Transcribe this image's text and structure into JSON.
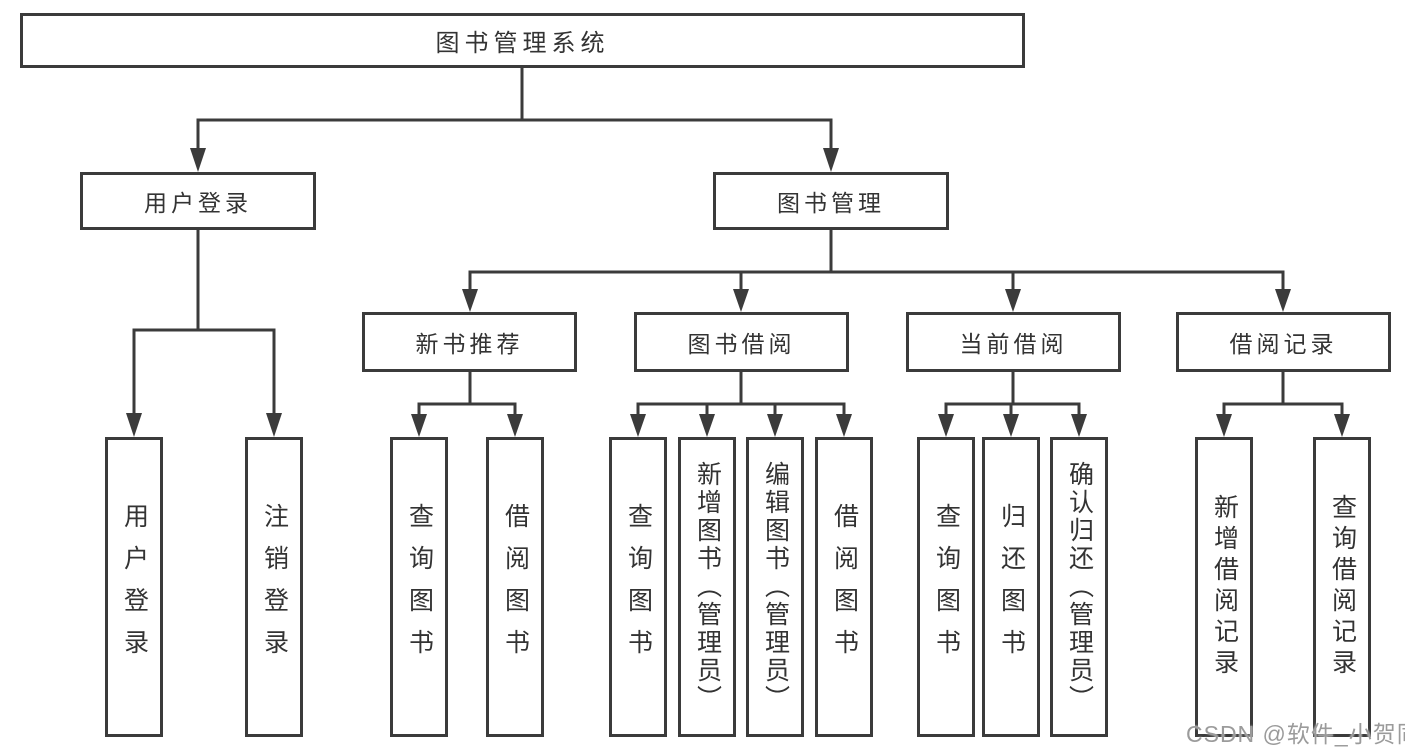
{
  "diagram": {
    "root": {
      "label": "图书管理系统"
    },
    "user_login": {
      "label": "用户登录",
      "children": [
        {
          "label": "用户登录"
        },
        {
          "label": "注销登录"
        }
      ]
    },
    "book_management": {
      "label": "图书管理",
      "groups": [
        {
          "label": "新书推荐",
          "children": [
            {
              "label": "查询图书"
            },
            {
              "label": "借阅图书"
            }
          ]
        },
        {
          "label": "图书借阅",
          "children": [
            {
              "label": "查询图书"
            },
            {
              "label": "新增图书（管理员）"
            },
            {
              "label": "编辑图书（管理员）"
            },
            {
              "label": "借阅图书"
            }
          ]
        },
        {
          "label": "当前借阅",
          "children": [
            {
              "label": "查询图书"
            },
            {
              "label": "归还图书"
            },
            {
              "label": "确认归还（管理员）"
            }
          ]
        },
        {
          "label": "借阅记录",
          "children": [
            {
              "label": "新增借阅记录"
            },
            {
              "label": "查询借阅记录"
            }
          ]
        }
      ]
    },
    "watermark": "CSDN @软件_小贺同学",
    "colors": {
      "line": "#3b3b3b",
      "text": "#333333",
      "watermark": "#9b9b9b",
      "background": "#ffffff"
    }
  }
}
